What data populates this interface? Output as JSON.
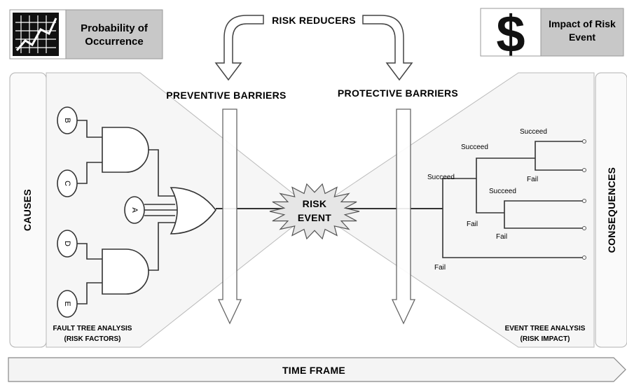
{
  "header": {
    "probability_label_line1": "Probability of",
    "probability_label_line2": "Occurrence",
    "impact_label_line1": "Impact of Risk",
    "impact_label_line2": "Event",
    "risk_reducers": "RISK REDUCERS"
  },
  "barriers": {
    "preventive": "PREVENTIVE BARRIERS",
    "protective": "PROTECTIVE BARRIERS"
  },
  "sides": {
    "causes": "CAUSES",
    "consequences": "CONSEQUENCES"
  },
  "fault_tree": {
    "inputs": [
      "B",
      "C",
      "A",
      "D",
      "E"
    ],
    "caption_line1": "FAULT TREE ANALYSIS",
    "caption_line2": "(RISK FACTORS)"
  },
  "risk_event": {
    "line1": "RISK",
    "line2": "EVENT"
  },
  "event_tree": {
    "succeed": "Succeed",
    "fail": "Fail",
    "caption_line1": "EVENT TREE ANALYSIS",
    "caption_line2": "(RISK IMPACT)"
  },
  "time_frame": "TIME FRAME",
  "colors": {
    "header_box": "#c8c8c8",
    "panel_border": "#b0b0b0",
    "line": "#333333",
    "icon_fill": "#111111"
  }
}
